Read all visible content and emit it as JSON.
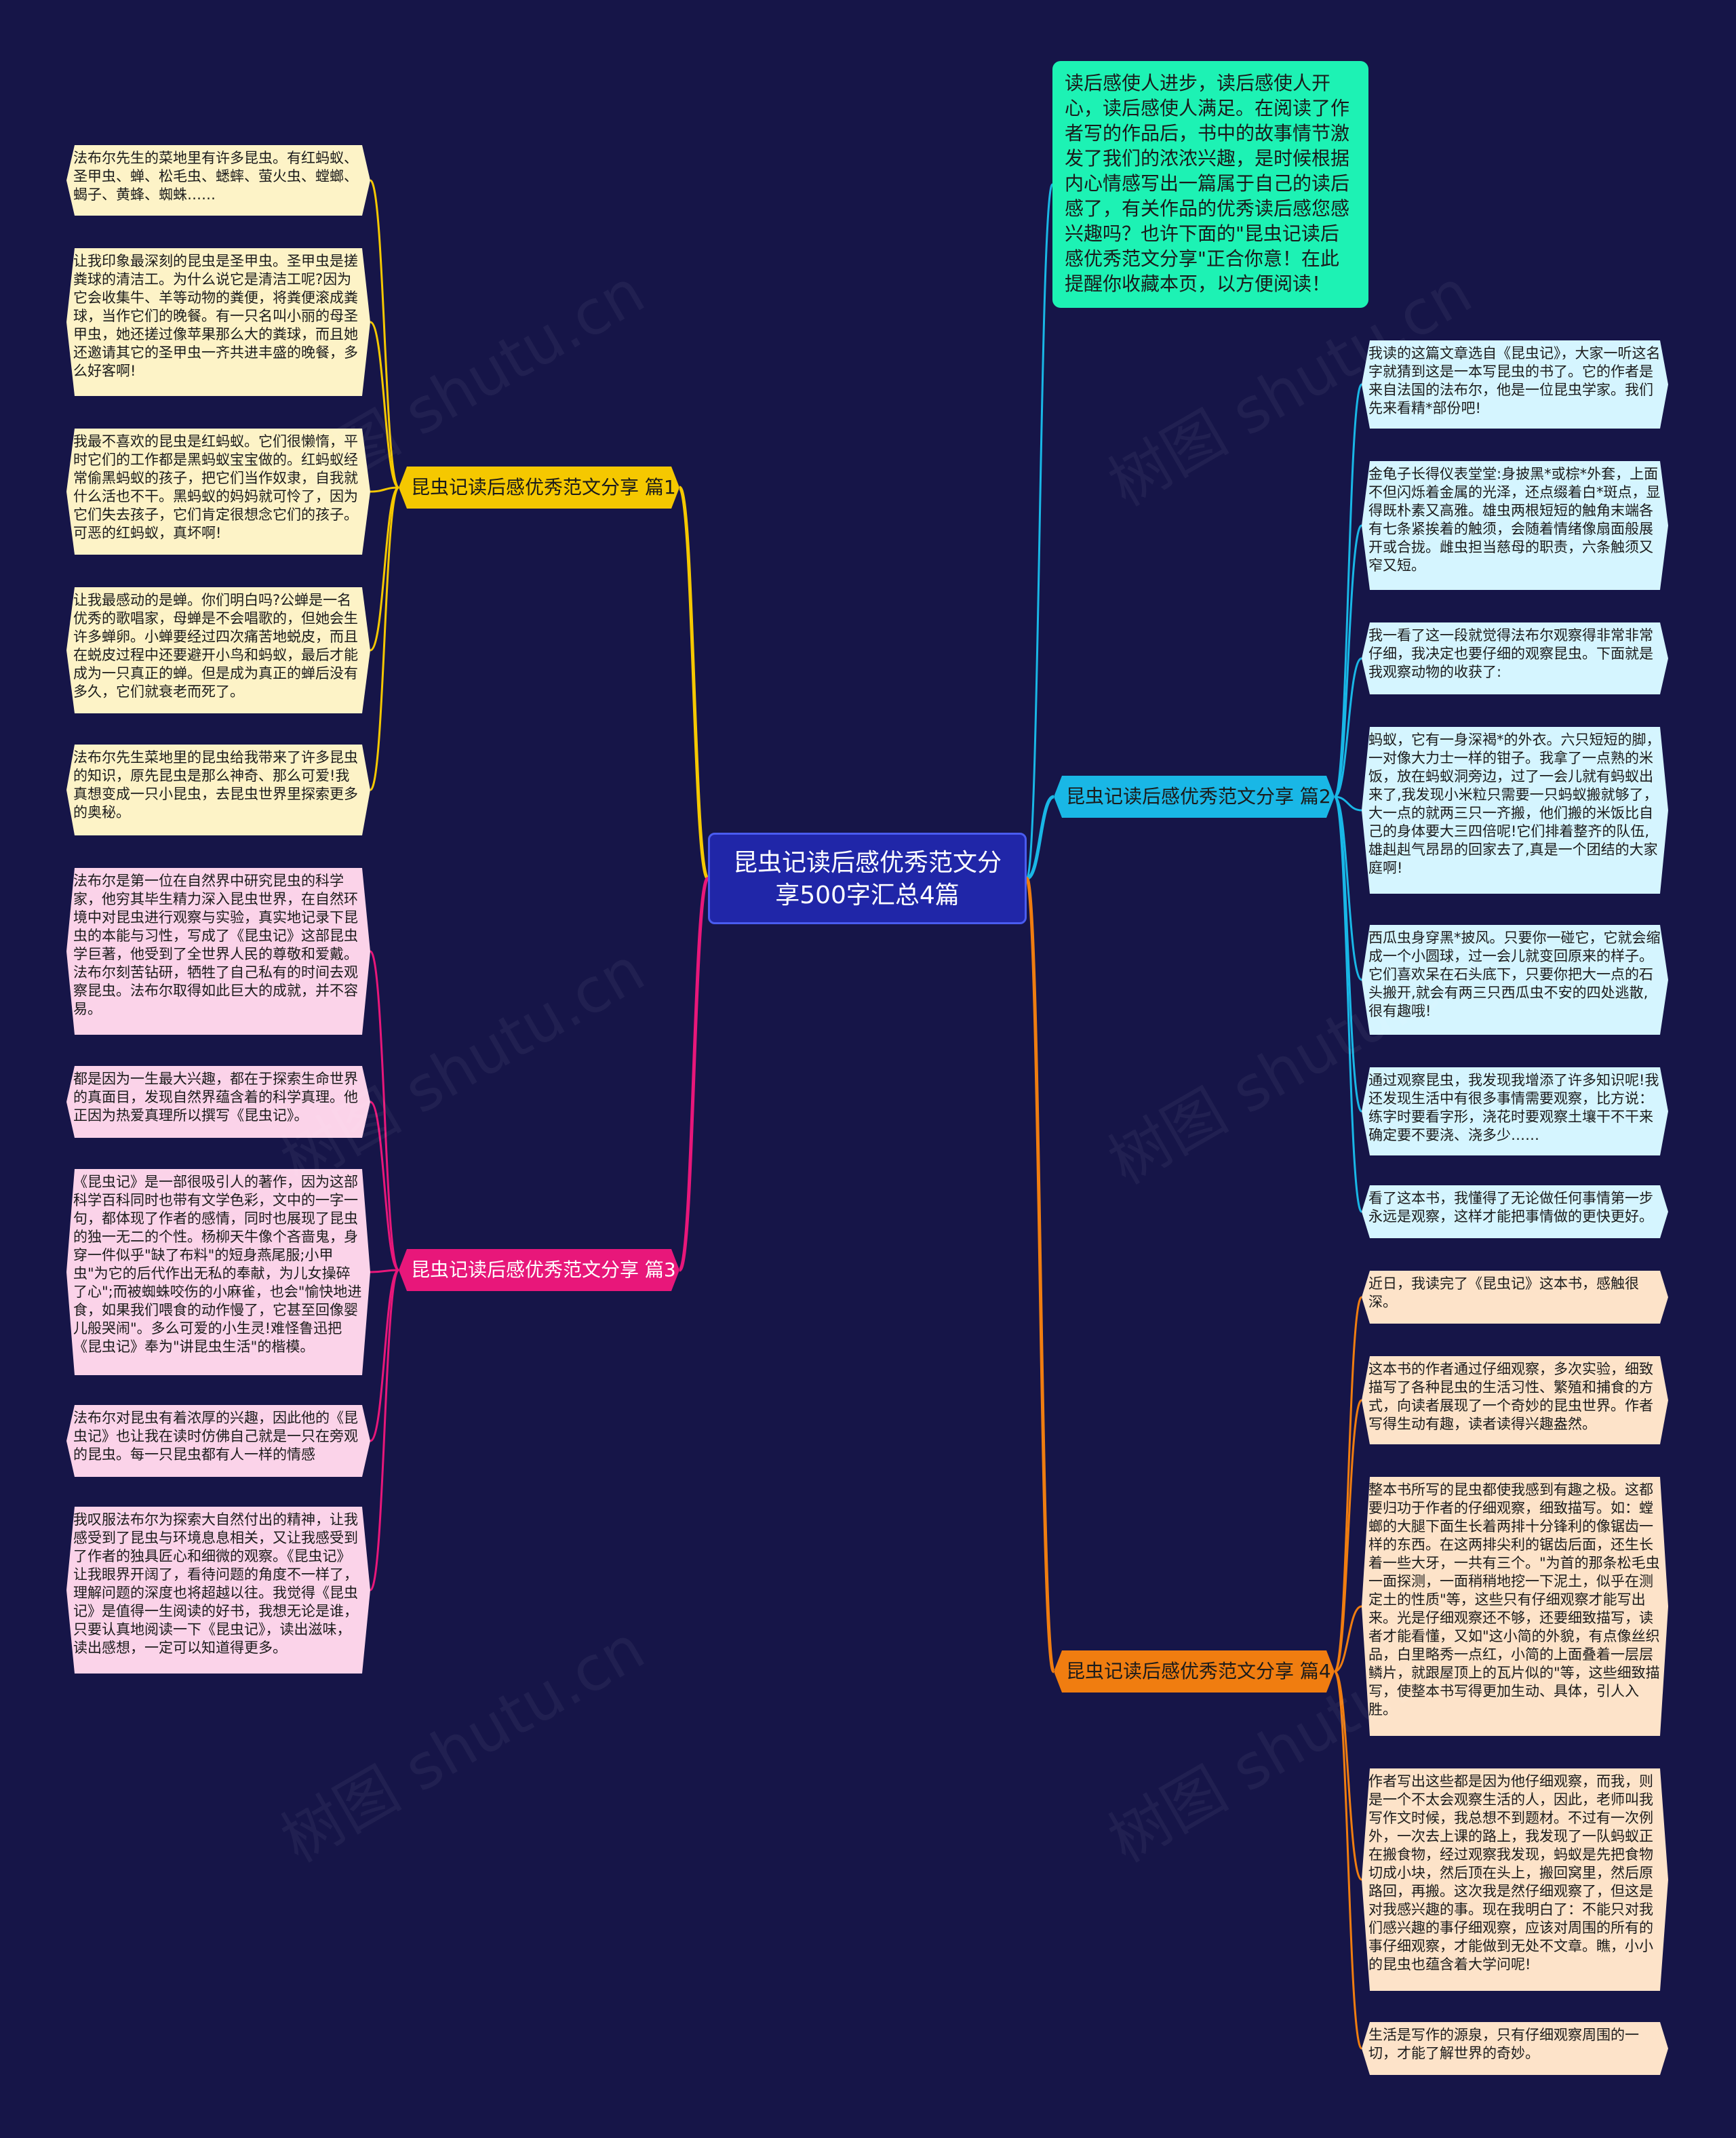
{
  "colors": {
    "background": "#161548",
    "root_fill": "#2026a8",
    "intro_fill": "#1df2b4",
    "branch1": "#f5c800",
    "branch2": "#19b7e6",
    "branch3": "#e8177a",
    "branch4": "#f07d10",
    "leaf1_fill": "#fdf3c7",
    "leaf2_fill": "#d5f5ff",
    "leaf3_fill": "#fbd3e9",
    "leaf4_fill": "#fde3c9"
  },
  "root": {
    "title": "昆虫记读后感优秀范文分享500字汇总4篇"
  },
  "intro": {
    "text": "读后感使人进步，读后感使人开心，读后感使人满足。在阅读了作者写的作品后，书中的故事情节激发了我们的浓浓兴趣，是时候根据内心情感写出一篇属于自己的读后感了，有关作品的优秀读后感您感兴趣吗？也许下面的\"昆虫记读后感优秀范文分享\"正合你意！在此提醒你收藏本页，以方便阅读！"
  },
  "branches": [
    {
      "label": "昆虫记读后感优秀范文分享 篇1",
      "leaves": [
        "法布尔先生的菜地里有许多昆虫。有红蚂蚁、圣甲虫、蝉、松毛虫、蟋蟀、萤火虫、螳螂、蝎子、黄蜂、蜘蛛……",
        "让我印象最深刻的昆虫是圣甲虫。圣甲虫是搓粪球的清洁工。为什么说它是清洁工呢?因为它会收集牛、羊等动物的粪便，将粪便滚成粪球，当作它们的晚餐。有一只名叫小丽的母圣甲虫，她还搓过像苹果那么大的粪球，而且她还邀请其它的圣甲虫一齐共进丰盛的晚餐，多么好客啊!",
        "我最不喜欢的昆虫是红蚂蚁。它们很懒惰，平时它们的工作都是黑蚂蚁宝宝做的。红蚂蚁经常偷黑蚂蚁的孩子，把它们当作奴隶，自我就什么活也不干。黑蚂蚁的妈妈就可怜了，因为它们失去孩子，它们肯定很想念它们的孩子。可恶的红蚂蚁，真坏啊!",
        "让我最感动的是蝉。你们明白吗?公蝉是一名优秀的歌唱家，母蝉是不会唱歌的，但她会生许多蝉卵。小蝉要经过四次痛苦地蜕皮，而且在蜕皮过程中还要避开小鸟和蚂蚁，最后才能成为一只真正的蝉。但是成为真正的蝉后没有多久，它们就衰老而死了。",
        "法布尔先生菜地里的昆虫给我带来了许多昆虫的知识，原先昆虫是那么神奇、那么可爱!我真想变成一只小昆虫，去昆虫世界里探索更多的奥秘。"
      ]
    },
    {
      "label": "昆虫记读后感优秀范文分享 篇2",
      "leaves": [
        "我读的这篇文章选自《昆虫记》，大家一听这名字就猜到这是一本写昆虫的书了。它的作者是来自法国的法布尔，他是一位昆虫学家。我们先来看精*部份吧!",
        "金龟子长得仪表堂堂:身披黑*或棕*外套，上面不但闪烁着金属的光泽，还点缀着白*斑点，显得既朴素又高雅。雄虫两根短短的触角末端各有七条紧挨着的触须，会随着情绪像扇面般展开或合拢。雌虫担当慈母的职责，六条触须又窄又短。",
        "我一看了这一段就觉得法布尔观察得非常非常仔细，我决定也要仔细的观察昆虫。下面就是我观察动物的收获了:",
        "蚂蚁，它有一身深褐*的外衣。六只短短的脚，一对像大力士一样的钳子。我拿了一点熟的米饭，放在蚂蚁洞旁边，过了一会儿就有蚂蚁出来了,我发现小米粒只需要一只蚂蚁搬就够了，大一点的就两三只一齐搬，他们搬的米饭比自己的身体要大三四倍呢!它们排着整齐的队伍,雄赳赳气昂昂的回家去了,真是一个团结的大家庭啊!",
        "西瓜虫身穿黑*披风。只要你一碰它，它就会缩成一个小圆球，过一会儿就变回原来的样子。它们喜欢呆在石头底下，只要你把大一点的石头搬开,就会有两三只西瓜虫不安的四处逃散,很有趣哦!",
        "通过观察昆虫，我发现我增添了许多知识呢!我还发现生活中有很多事情需要观察，比方说：练字时要看字形，浇花时要观察土壤干不干来确定要不要浇、浇多少……",
        "看了这本书，我懂得了无论做任何事情第一步永远是观察，这样才能把事情做的更快更好。"
      ]
    },
    {
      "label": "昆虫记读后感优秀范文分享 篇3",
      "leaves": [
        "法布尔是第一位在自然界中研究昆虫的科学家，他穷其毕生精力深入昆虫世界，在自然环境中对昆虫进行观察与实验，真实地记录下昆虫的本能与习性，写成了《昆虫记》这部昆虫学巨著，他受到了全世界人民的尊敬和爱戴。法布尔刻苦钻研，牺牲了自己私有的时间去观察昆虫。法布尔取得如此巨大的成就，并不容易。",
        "都是因为一生最大兴趣，都在于探索生命世界的真面目，发现自然界蕴含着的科学真理。他正因为热爱真理所以撰写《昆虫记》。",
        "《昆虫记》是一部很吸引人的著作，因为这部科学百科同时也带有文学色彩，文中的一字一句，都体现了作者的感情，同时也展现了昆虫的独一无二的个性。杨柳天牛像个吝啬鬼，身穿一件似乎\"缺了布料\"的短身燕尾服;小甲虫\"为它的后代作出无私的奉献，为儿女操碎了心\";而被蜘蛛咬伤的小麻雀，也会\"愉快地进食，如果我们喂食的动作慢了，它甚至回像婴儿般哭闹\"。多么可爱的小生灵!难怪鲁迅把《昆虫记》奉为\"讲昆虫生活\"的楷模。",
        "法布尔对昆虫有着浓厚的兴趣，因此他的《昆虫记》也让我在读时仿佛自己就是一只在旁观的昆虫。每一只昆虫都有人一样的情感",
        "我叹服法布尔为探索大自然付出的精神，让我感受到了昆虫与环境息息相关，又让我感受到了作者的独具匠心和细微的观察。《昆虫记》让我眼界开阔了，看待问题的角度不一样了，理解问题的深度也将超越以往。我觉得《昆虫记》是值得一生阅读的好书，我想无论是谁，只要认真地阅读一下《昆虫记》，读出滋味，读出感想，一定可以知道得更多。"
      ]
    },
    {
      "label": "昆虫记读后感优秀范文分享 篇4",
      "leaves": [
        "近日，我读完了《昆虫记》这本书，感触很深。",
        "这本书的作者通过仔细观察，多次实验，细致描写了各种昆虫的生活习性、繁殖和捕食的方式，向读者展现了一个奇妙的昆虫世界。作者写得生动有趣，读者读得兴趣盎然。",
        "整本书所写的昆虫都使我感到有趣之极。这都要归功于作者的仔细观察，细致描写。如：螳螂的大腿下面生长着两排十分锋利的像锯齿一样的东西。在这两排尖利的锯齿后面，还生长着一些大牙，一共有三个。\"为首的那条松毛虫一面探测，一面稍稍地挖一下泥土，似乎在测定土的性质\"等，这些只有仔细观察才能写出来。光是仔细观察还不够，还要细致描写，读者才能看懂，又如\"这小简的外貌，有点像丝织品，白里略秀一点红，小简的上面叠着一层层鳞片，就跟屋顶上的瓦片似的\"等，这些细致描写，使整本书写得更加生动、具体，引人入胜。",
        "作者写出这些都是因为他仔细观察，而我，则是一个不太会观察生活的人，因此，老师叫我写作文时候，我总想不到题材。不过有一次例外，一次去上课的路上，我发现了一队蚂蚁正在搬食物，经过观察我发现，蚂蚁是先把食物切成小块，然后顶在头上，搬回窝里，然后原路回，再搬。这次我是然仔细观察了，但这是对我感兴趣的事。现在我明白了：不能只对我们感兴趣的事仔细观察，应该对周围的所有的事仔细观察，才能做到无处不文章。瞧，小小的昆虫也蕴含着大学问呢!",
        "生活是写作的源泉，只有仔细观察周围的一切，才能了解世界的奇妙。"
      ]
    }
  ],
  "watermark": "树图 shutu.cn"
}
